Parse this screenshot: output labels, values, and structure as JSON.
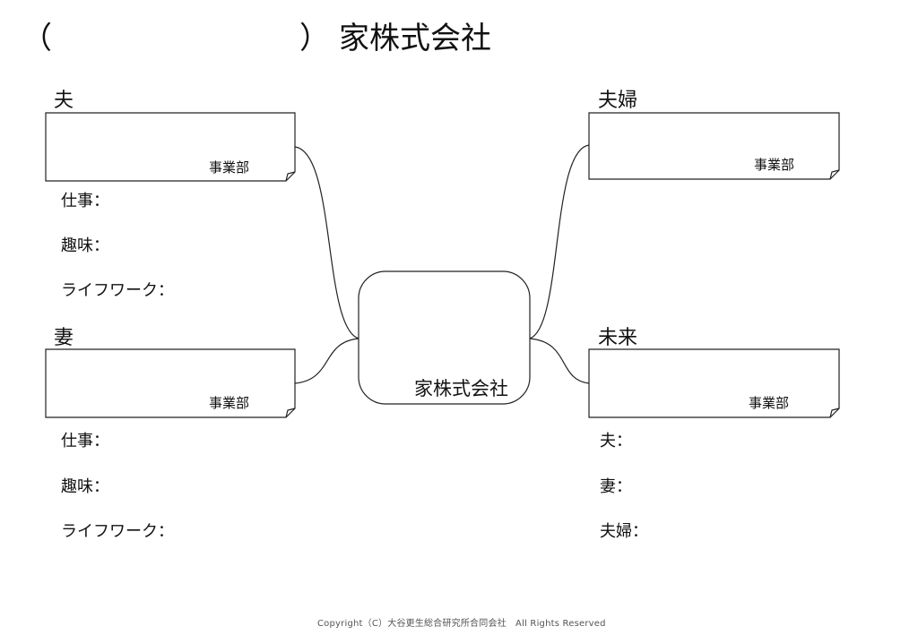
{
  "header": {
    "open_paren": "（",
    "close_paren": "）",
    "company_suffix": "家株式会社"
  },
  "center": {
    "label": "家株式会社"
  },
  "husband": {
    "heading": "夫",
    "dept_label": "事業部",
    "fields": [
      "仕事：",
      "趣味：",
      "ライフワーク："
    ]
  },
  "wife": {
    "heading": "妻",
    "dept_label": "事業部",
    "fields": [
      "仕事：",
      "趣味：",
      "ライフワーク："
    ]
  },
  "couple": {
    "heading": "夫婦",
    "dept_label": "事業部"
  },
  "future": {
    "heading": "未来",
    "dept_label": "事業部",
    "fields": [
      "夫：",
      "妻：",
      "夫婦："
    ]
  },
  "footer": {
    "copyright": "Copyright（C）大谷更生総合研究所合同会社　All Rights Reserved"
  }
}
